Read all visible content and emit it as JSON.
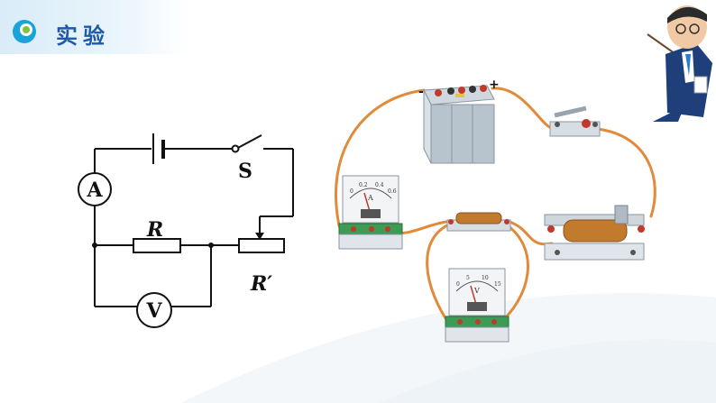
{
  "header": {
    "title": "实验"
  },
  "schematic": {
    "ammeter": "A",
    "voltmeter": "V",
    "switch": "S",
    "resistor": "R",
    "rheostat": "R′"
  },
  "apparatus": {
    "battery_neg": "-",
    "battery_pos": "+",
    "ammeter_face": "A",
    "voltmeter_face": "V",
    "ammeter_scale": [
      "0",
      "0.2",
      "0.4",
      "0.6"
    ],
    "voltmeter_scale": [
      "0",
      "5",
      "10",
      "15"
    ]
  },
  "colors": {
    "wire": "#e08a3a",
    "title": "#1f5aa8",
    "accent": "#1aa3d9"
  }
}
